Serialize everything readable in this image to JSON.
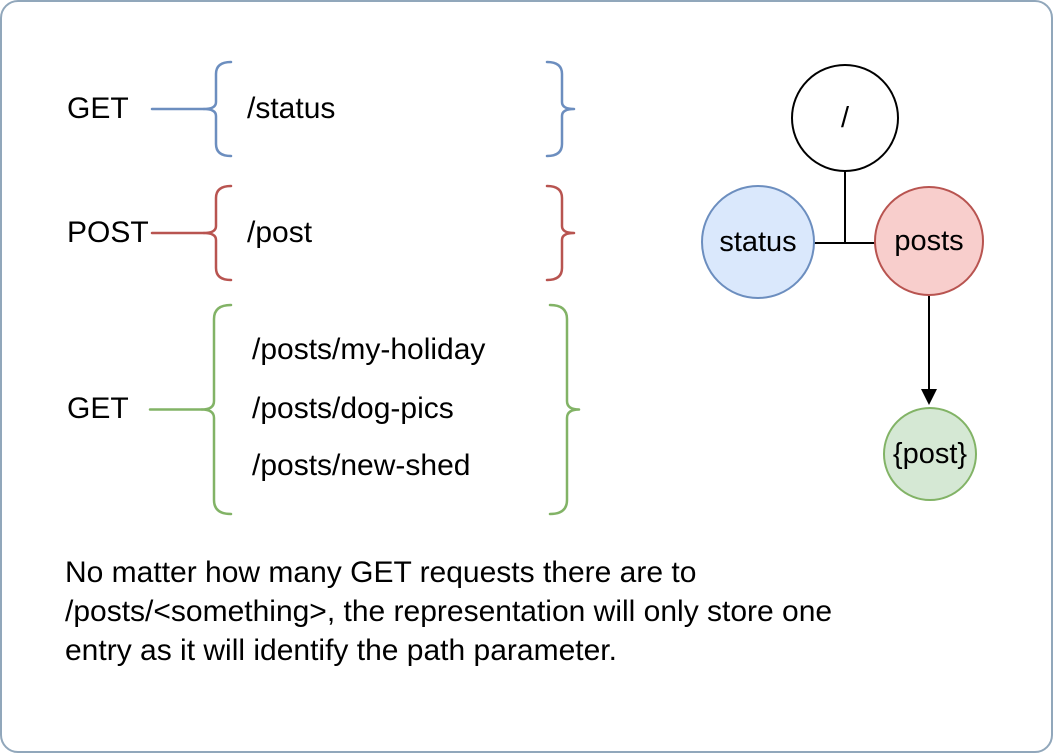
{
  "page": {
    "background": "#ffffff",
    "border_color": "#91a7bb"
  },
  "groups": [
    {
      "method": "GET",
      "paths": [
        "/status"
      ],
      "brace_color": "#6c8ebf"
    },
    {
      "method": "POST",
      "paths": [
        "/post"
      ],
      "brace_color": "#b85450"
    },
    {
      "method": "GET",
      "paths": [
        "/posts/my-holiday",
        "/posts/dog-pics",
        "/posts/new-shed"
      ],
      "brace_color": "#82b366"
    }
  ],
  "tree": {
    "root": {
      "label": "/",
      "fill": "#ffffff",
      "stroke": "#000000"
    },
    "status": {
      "label": "status",
      "fill": "#dae8fc",
      "stroke": "#6c8ebf"
    },
    "posts": {
      "label": "posts",
      "fill": "#f8cecc",
      "stroke": "#b85450"
    },
    "post_param": {
      "label": "{post}",
      "fill": "#d5e8d4",
      "stroke": "#82b366"
    }
  },
  "caption": {
    "lines": [
      "No matter how many GET requests there are to",
      "/posts/<something>, the representation will only store one",
      "entry as it will identify the path parameter."
    ]
  }
}
